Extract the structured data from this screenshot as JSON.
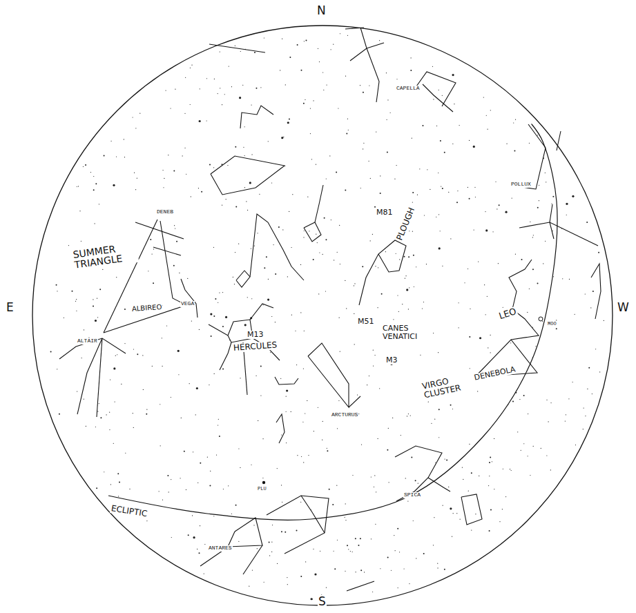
{
  "diagram": {
    "labels": [
      "N",
      "E",
      "W",
      "S",
      "CAPELLA",
      "POLLUX",
      "M81",
      "DENEB",
      "SUMMER TRIANGLE",
      "ALBIREO",
      "VEGA",
      "PLOUGH",
      "M51",
      "CANES VENATICI",
      "M3",
      "M13",
      "HERCULES",
      "ALTAIR",
      "ARCTURUS",
      "LEO",
      "MOO",
      "DENEBOLA",
      "VIRGO CLUSTER",
      "PLU",
      "SPICA",
      "ECLIPTIC",
      "ANTARES"
    ]
  }
}
